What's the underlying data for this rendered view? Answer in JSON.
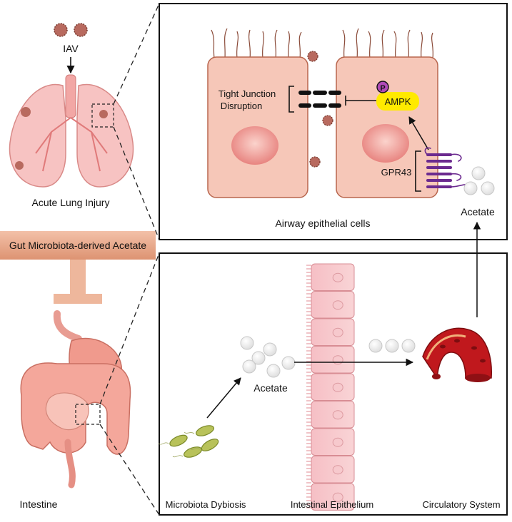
{
  "left_panel": {
    "virus_label": "IAV",
    "lung_caption": "Acute Lung Injury",
    "inhibitor_label": "Gut Microbiota-derived Acetate",
    "intestine_caption": "Intestine"
  },
  "airway_panel": {
    "tight_junction_line1": "Tight Junction",
    "tight_junction_line2": "Disruption",
    "phospho_badge": "P",
    "ampk_label": "AMPK",
    "receptor_label": "GPR43",
    "caption": "Airway epithelial cells"
  },
  "gut_panel": {
    "acetate_label": "Acetate",
    "captions": [
      "Microbiota Dybiosis",
      "Intestinal Epithelium",
      "Circulatory System"
    ]
  },
  "between_panels": {
    "acetate_label": "Acetate"
  },
  "colors": {
    "cell_fill": "#f6c7b8",
    "cell_stroke": "#b8664e",
    "inhibitor_bar": "#e8a88a",
    "ampk_fill": "#ffea00",
    "phospho_fill": "#b04bb8",
    "receptor": "#6b2a8f",
    "blood_vessel": "#c0181d",
    "bacteria": "#b8c25a",
    "virus": "#b86a5f"
  }
}
